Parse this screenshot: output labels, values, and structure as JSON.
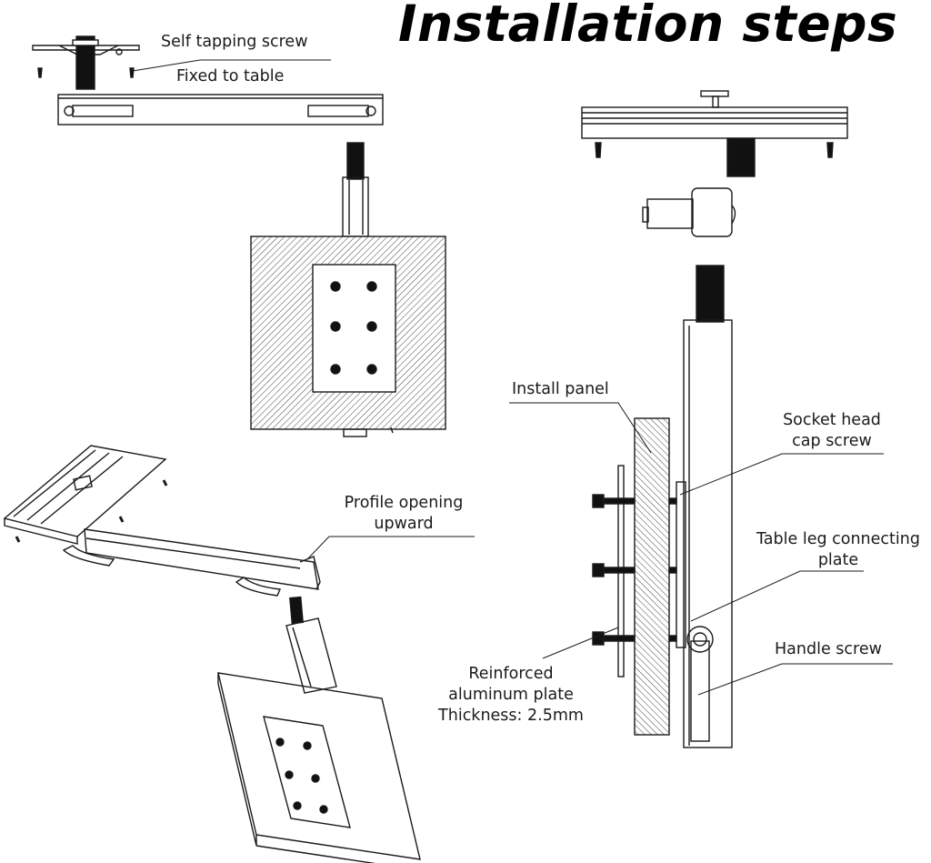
{
  "title": "Installation steps",
  "labels": {
    "self_tapping_screw": "Self tapping screw",
    "fixed_to_table": "Fixed to table",
    "profile_opening_1": "Profile opening",
    "profile_opening_2": "upward",
    "install_panel": "Install panel",
    "socket_head_1": "Socket head",
    "socket_head_2": "cap screw",
    "table_leg_1": "Table leg connecting",
    "table_leg_2": "plate",
    "handle_screw": "Handle screw",
    "reinforced_1": "Reinforced",
    "reinforced_2": "aluminum plate",
    "reinforced_3": "Thickness: 2.5mm"
  },
  "colors": {
    "line": "#1a1a1a",
    "hatch": "#444444",
    "rod": "#111111"
  }
}
